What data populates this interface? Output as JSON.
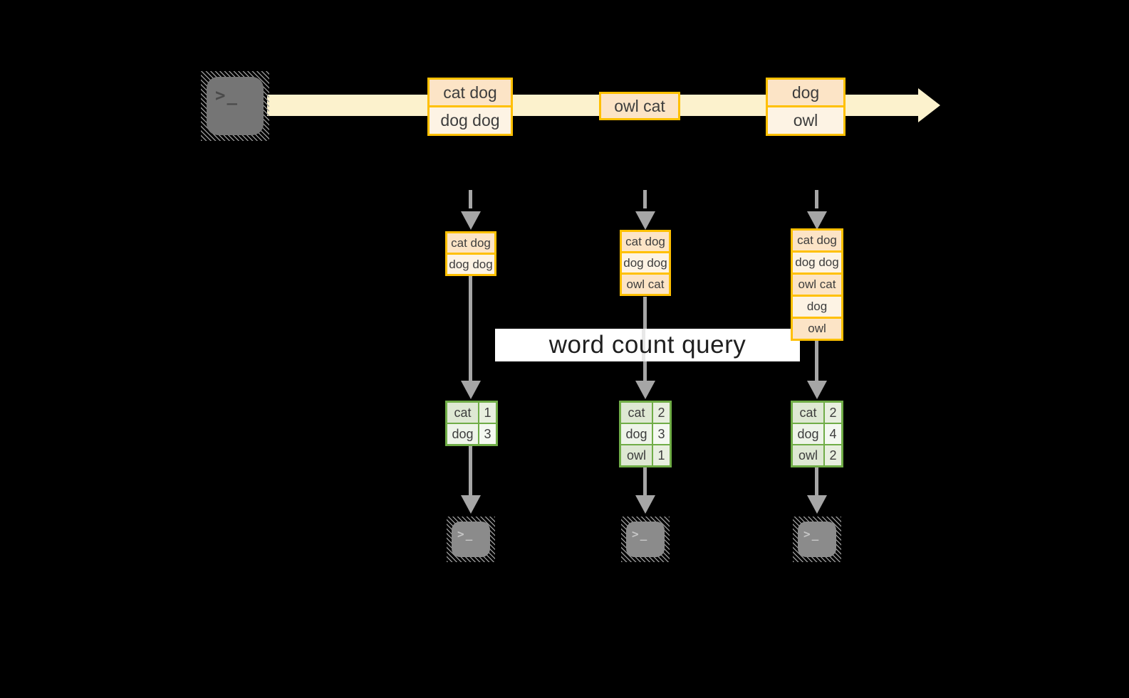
{
  "diagram": {
    "query_label": "word count query",
    "terminal_glyph": ">_",
    "stream": {
      "batches": [
        {
          "lines": [
            "cat dog",
            "dog dog"
          ]
        },
        {
          "lines": [
            "owl cat"
          ]
        },
        {
          "lines": [
            "dog",
            "owl"
          ]
        }
      ]
    },
    "states": [
      {
        "lines": [
          "cat dog",
          "dog dog"
        ]
      },
      {
        "lines": [
          "cat dog",
          "dog dog",
          "owl cat"
        ]
      },
      {
        "lines": [
          "cat dog",
          "dog dog",
          "owl cat",
          "dog",
          "owl"
        ]
      }
    ],
    "results": [
      {
        "rows": [
          {
            "word": "cat",
            "count": "1"
          },
          {
            "word": "dog",
            "count": "3"
          }
        ]
      },
      {
        "rows": [
          {
            "word": "cat",
            "count": "2"
          },
          {
            "word": "dog",
            "count": "3"
          },
          {
            "word": "owl",
            "count": "1"
          }
        ]
      },
      {
        "rows": [
          {
            "word": "cat",
            "count": "2"
          },
          {
            "word": "dog",
            "count": "4"
          },
          {
            "word": "owl",
            "count": "2"
          }
        ]
      }
    ],
    "colors": {
      "background": "#000000",
      "stream_fill": "#fcf2cd",
      "message_border": "#ffc000",
      "message_fill_dark": "#fce4c6",
      "message_fill_light": "#fdf3e4",
      "table_border": "#70ad47",
      "table_fill_dark": "#dee8d3",
      "table_fill_light": "#eef4e9",
      "arrow_gray": "#a6a6a6",
      "label_background": "#ffffff"
    }
  }
}
